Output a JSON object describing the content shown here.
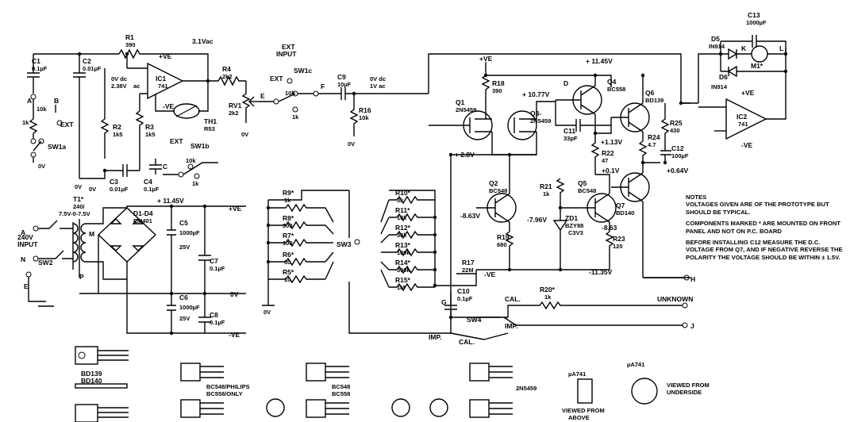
{
  "labels": {
    "c1": "C1",
    "c1v": "0.1µF",
    "c2": "C2",
    "c2v": "0.01µF",
    "r1": "R1",
    "r1v": "390",
    "v31": "3.1Vac",
    "ve_ic1": "+VE",
    "ic1": "IC1",
    "ic1v": "741",
    "ve_ic1m": "-VE",
    "v0dc": "0V dc",
    "v238": "2.38V",
    "ac": "ac",
    "r2": "R2",
    "r2v": "1k5",
    "r3": "R3",
    "r3v": "1k5",
    "r4": "R4",
    "r4v": "2k2",
    "rv1": "RV1",
    "rv1v": "2k2",
    "th1": "TH1",
    "th1v": "R53",
    "c3": "C3",
    "c3v": "0.01µF",
    "c4": "C4",
    "c4v": "0.1µF",
    "ext_in": "EXT",
    "input": "INPUT",
    "ext": "EXT",
    "sw1c": "SW1c",
    "ext2": "EXT",
    "sw1b": "SW1b",
    "ext3": "EXT",
    "sw1a": "SW1a",
    "k10": "10k",
    "k1": "1k",
    "k10b": "10k",
    "k1b": "1k",
    "k10c": "10k",
    "k1c": "1k",
    "c9": "C9",
    "c9v": "10µF",
    "v0dc2": "0V dc",
    "v1ac": "1V ac",
    "r16": "R16",
    "r16v": "10k",
    "ov": "0V",
    "ov2": "0V",
    "ov3": "0V",
    "ov4": "0V",
    "ov5": "0V",
    "ov6": "0V",
    "ov7": "0V",
    "ov8": "0V",
    "pve1": "+VE",
    "v1145": "+ 11.45V",
    "r18": "R18",
    "r18v": "390",
    "v1077": "+ 10.77V",
    "q1": "Q1",
    "q1v": "2N5459",
    "q3": "Q3-",
    "q3v": "2N5459",
    "q4": "Q4",
    "q4v": "BC558",
    "q6": "Q6",
    "q6v": "BD139",
    "c11": "C11",
    "c11v": "33pF",
    "v113": "+1.13V",
    "r22": "R22",
    "r22v": "47",
    "v28": "+ 2.8V",
    "r25": "R25",
    "r25v": "430",
    "r24": "R24",
    "r24v": "4.7",
    "c12": "C12",
    "c12v": "100µF",
    "v064": "+0.64V",
    "v01": "+0.1V",
    "q2": "Q2",
    "q2v": "BC548",
    "r21": "R21",
    "r21v": "1k",
    "q5": "Q5",
    "q5v": "BC548",
    "q7": "Q7",
    "q7v": "BD140",
    "v863": "-8.63V",
    "v796": "-7.96V",
    "v863b": "-8.63",
    "zd1": "ZD1",
    "zd1v": "BZY88",
    "zd1v2": "C3V3",
    "r19": "R19",
    "r19v": "680",
    "r23": "R23",
    "r23v": "120",
    "mve": "-VE",
    "v1135": "-11.35V",
    "r17": "R17",
    "r17v": "22M",
    "c10": "C10",
    "c10v": "0.1µF",
    "r20": "R20*",
    "r20v": "1k",
    "cal": "CAL.",
    "cal2": "CAL.",
    "imp": "IMP.",
    "imp2": "IMP.",
    "sw4": "SW4",
    "sw3": "SW3",
    "unknown": "UNKNOWN",
    "nodeH": "H",
    "nodeJ": "J",
    "nodeG": "G",
    "nodeF": "F",
    "nodeE": "E",
    "nodeA": "A",
    "nodeB": "B",
    "nodeC": "C",
    "nodeK": "K",
    "nodeL": "L",
    "nodeD": "D",
    "d5": "D5",
    "d5v": "IN914",
    "d6": "D6",
    "d6v": "IN914",
    "m1": "M1*",
    "c13": "C13",
    "c13v": "1000µF",
    "ve_ic2": "+VE",
    "ic2": "IC2",
    "ic2v": "741",
    "ve_ic2m": "-VE",
    "r9": "R9*",
    "r9v": "1k",
    "r8": "R8*",
    "r8v": "300",
    "r7": "R7*",
    "r7v": "100",
    "r6": "R6*",
    "r6v": "30",
    "r5": "R5*",
    "r5v": "10",
    "r10": "R10*",
    "r10v": "3k",
    "r11": "R11*",
    "r11v": "10k",
    "r12": "R12*",
    "r12v": "30k",
    "r13": "R13*",
    "r13v": "100k",
    "r14": "R14*",
    "r14v": "300k",
    "r15": "R15*",
    "r15v": "1M",
    "t1": "T1*",
    "t1v": "240/",
    "t1v2": "7.5V-0-7.5V",
    "v240": "240V",
    "input2": "INPUT",
    "sw2": "SW2",
    "d14": "D1-D4",
    "d14v": "EM401",
    "v1145b": "+ 11.45V",
    "c5": "C5",
    "c5v": "1000µF",
    "c5v2": "25V",
    "c7": "C7",
    "c7v": "0.1µF",
    "c6": "C6",
    "c6v": "1000µF",
    "c6v2": "25V",
    "c8": "C8",
    "c8v": "0.1µF",
    "pve2": "+VE",
    "mve2": "-VE",
    "p": "P",
    "m": "M",
    "n": "N",
    "e": "E",
    "bd139": "BD139",
    "bd140": "BD140",
    "bc548p": "BC548/PHILIPS",
    "bc558o": "BC558/ONLY",
    "bc548": "BC548",
    "bc558": "BC558",
    "n5459": "2N5459",
    "ua741": "µA741",
    "ua741b": "µA741",
    "viewed_above": "VIEWED  FROM",
    "above": "ABOVE",
    "viewed_under": "VIEWED  FROM",
    "underside": "UNDERSIDE"
  },
  "notes": {
    "title": "NOTES",
    "n1": "VOLTAGES GIVEN ARE OF THE PROTOTYPE BUT SHOULD BE TYPICAL.",
    "n2": "COMPONENTS MARKED * ARE MOUNTED ON FRONT PANEL AND NOT ON P.C. BOARD",
    "n3": "BEFORE INSTALLING C12 MEASURE THE D.C. VOLTAGE FROM Q7, AND IF NEGATIVE REVERSE THE POLARITY THE VOLTAGE SHOULD BE WITHIN ± 1.5V."
  }
}
